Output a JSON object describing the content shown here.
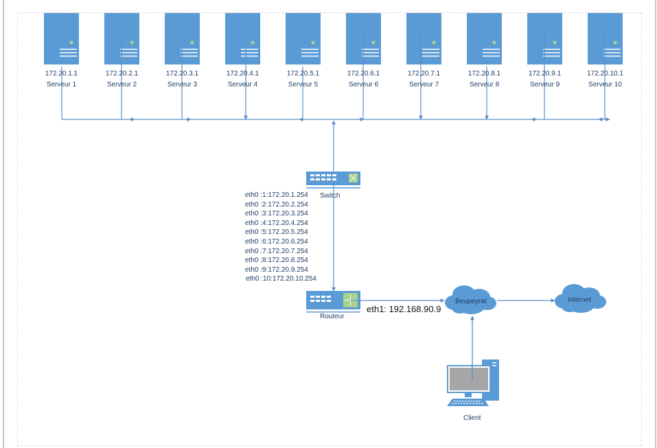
{
  "colors": {
    "device": "#5b9bd5",
    "line": "#5a8fc8",
    "led": "#a9d18e",
    "screen": "#a6a6a6",
    "text": "#1f3b63"
  },
  "servers": [
    {
      "ip": "172.20.1.1",
      "name": "Serveur 1",
      "icon": "server-icon"
    },
    {
      "ip": "172.20.2.1",
      "name": "Serveur 2",
      "icon": "server-icon"
    },
    {
      "ip": "172.20.3.1",
      "name": "Serveur 3",
      "icon": "server-icon"
    },
    {
      "ip": "172.20.4.1",
      "name": "Serveur 4",
      "icon": "server-icon"
    },
    {
      "ip": "172.20.5.1",
      "name": "Serveur 5",
      "icon": "server-icon"
    },
    {
      "ip": "172.20.6.1",
      "name": "Serveur 6",
      "icon": "server-icon"
    },
    {
      "ip": "172.20.7.1",
      "name": "Serveur 7",
      "icon": "server-icon"
    },
    {
      "ip": "172.20.8.1",
      "name": "Serveur 8",
      "icon": "server-icon"
    },
    {
      "ip": "172.20.9.1",
      "name": "Serveur 9",
      "icon": "server-icon"
    },
    {
      "ip": "172.20.10.1",
      "name": "Serveur 10",
      "icon": "server-icon"
    }
  ],
  "switch": {
    "label": "Switch",
    "icon": "switch-icon"
  },
  "router": {
    "label": "Routeur",
    "icon": "router-icon",
    "eth0_interfaces": [
      "eth0 :1:172.20.1.254",
      "eth0 :2:172.20.2.254",
      "eth0 :3:172.20.3.254",
      "eth0 :4:172.20.4.254",
      "eth0 :5:172.20.5.254",
      "eth0 :6:172.20.6.254",
      "eth0 :7:172.20.7.254",
      "eth0 :8:172.20.8.254",
      "eth0 :9:172.20.9.254",
      "eth0 :10:172.20.10.254"
    ],
    "eth1": "eth1: 192.168.90.9"
  },
  "clouds": [
    {
      "label": "Beupeyrat",
      "icon": "cloud-icon"
    },
    {
      "label": "Internet",
      "icon": "cloud-icon"
    }
  ],
  "client": {
    "label": "Client",
    "icon": "desktop-computer-icon"
  }
}
